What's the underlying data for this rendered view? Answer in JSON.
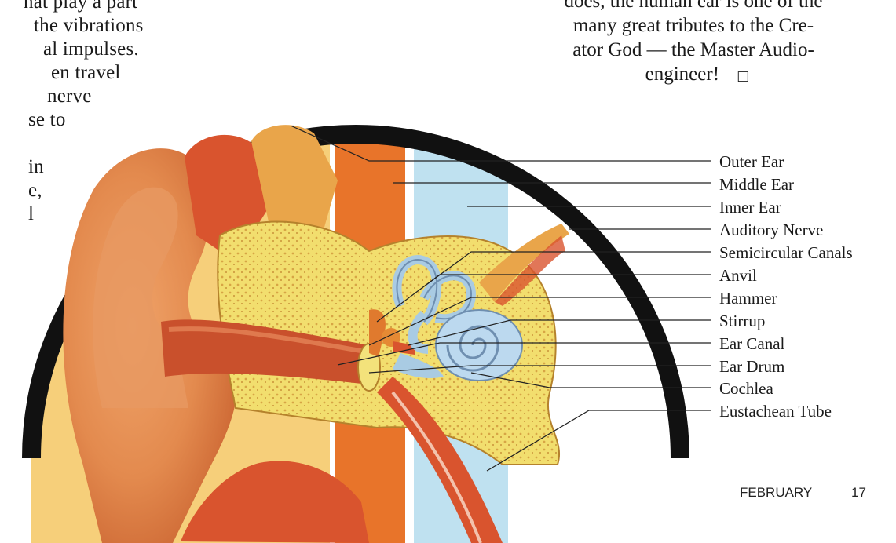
{
  "left_text": [
    "hat play a part",
    "the vibrations",
    "al impulses.",
    "en travel",
    "nerve",
    "se to",
    "in",
    "e,",
    "l"
  ],
  "right_text": [
    "does, the human ear is one of the",
    "many great tributes to the Cre-",
    "ator God — the Master Audio-",
    "engineer!"
  ],
  "end_mark": "□",
  "diagram_labels": [
    "Outer Ear",
    "Middle Ear",
    "Inner Ear",
    "Auditory Nerve",
    "Semicircular Canals",
    "Anvil",
    "Hammer",
    "Stirrup",
    "Ear Canal",
    "Ear Drum",
    "Cochlea",
    "Eustachean Tube"
  ],
  "footer": {
    "month": "FEBRUARY",
    "page": "17"
  },
  "colors": {
    "outer_band": "#f6cf7a",
    "middle_band": "#e8742a",
    "inner_band": "#bfe1f0",
    "bone": "#f2de6e",
    "flesh": "#d9542e",
    "canal": "#b8d6ea",
    "frame": "#111111"
  }
}
